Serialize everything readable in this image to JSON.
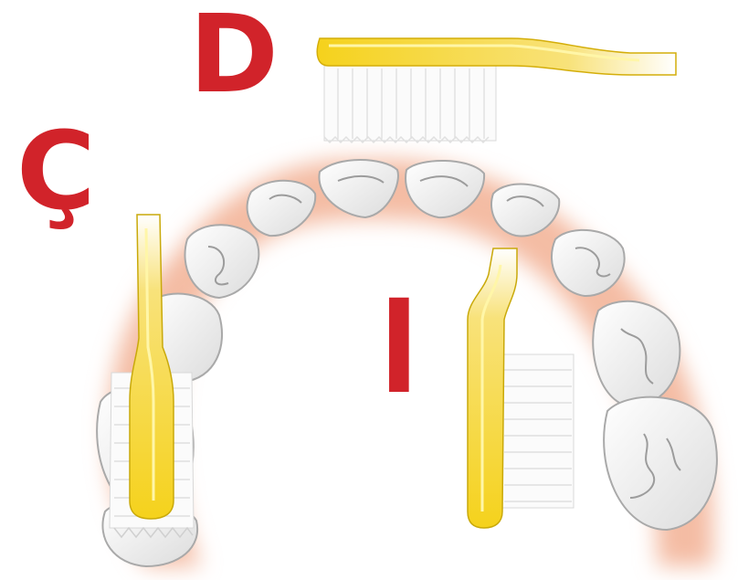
{
  "labels": {
    "top": "D",
    "left": "Ç",
    "center": "I"
  },
  "colors": {
    "label": "#d1232a",
    "brush_yellow": "#f5d21c",
    "brush_edge": "#c9a90a",
    "bristle": "#ffffff",
    "tooth": "#f1f1f1",
    "tooth_shadow": "#b9b9b9",
    "gum_glow": "#f3b59a"
  },
  "icons": {
    "brush_top": "toothbrush-horizontal-icon",
    "brush_left": "toothbrush-vertical-icon",
    "brush_right": "toothbrush-vertical-icon",
    "arch": "dental-arch-icon"
  }
}
